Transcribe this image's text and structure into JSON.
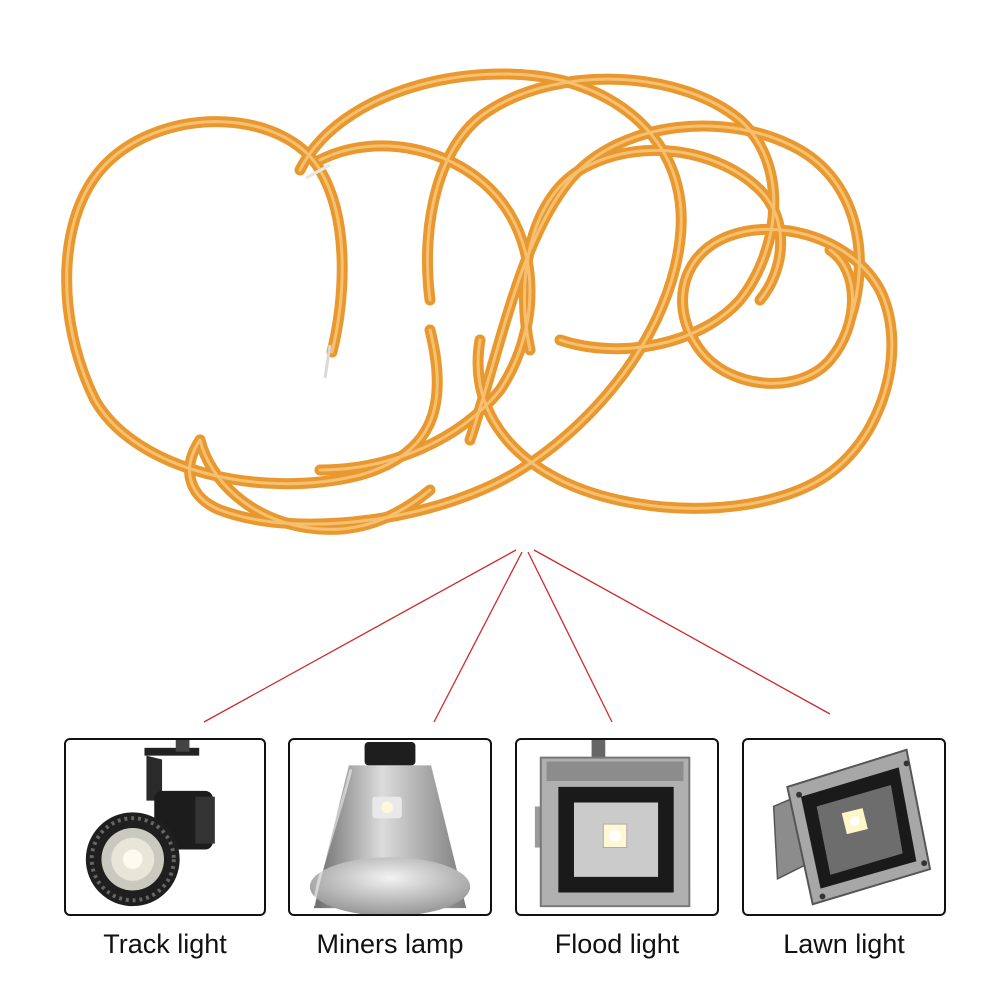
{
  "colors": {
    "filament": "#e8982f",
    "filament_highlight": "#f6c071",
    "connector_line": "#cc2b2b",
    "panel_border": "#111111",
    "text": "#111111"
  },
  "product": {
    "icon": "led-filament-coil-icon"
  },
  "applications": [
    {
      "label": "Track light",
      "icon": "track-light-icon"
    },
    {
      "label": "Miners lamp",
      "icon": "miners-lamp-icon"
    },
    {
      "label": "Flood light",
      "icon": "flood-light-icon"
    },
    {
      "label": "Lawn light",
      "icon": "lawn-light-icon"
    }
  ]
}
